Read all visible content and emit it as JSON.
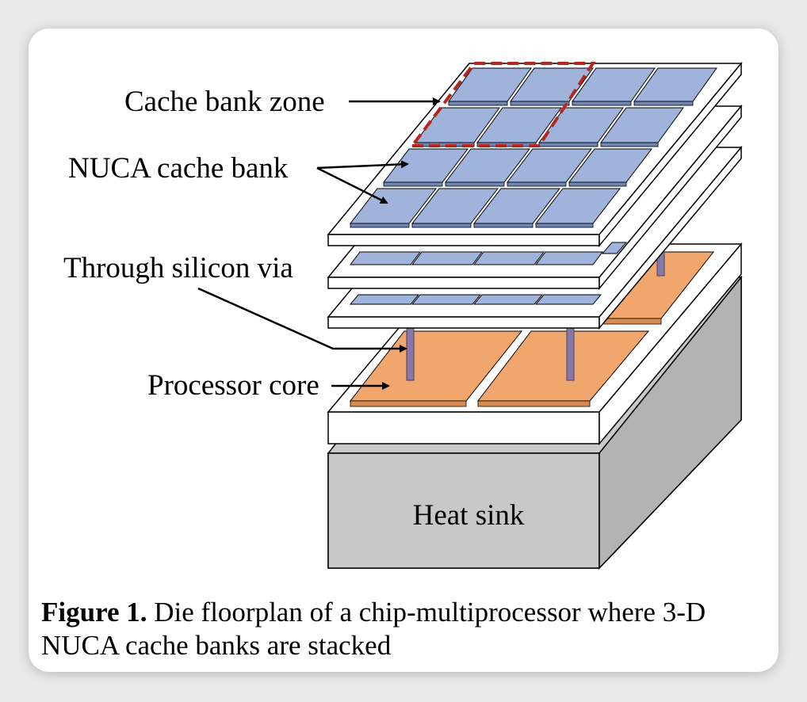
{
  "labels": {
    "cache_bank_zone": "Cache bank zone",
    "nuca_cache_bank": "NUCA cache bank",
    "through_silicon_via": "Through silicon via",
    "processor_core": "Processor core",
    "heat_sink": "Heat sink"
  },
  "caption": {
    "prefix": "Figure 1.",
    "text": " Die floorplan of a chip-multiprocessor where 3-D NUCA cache banks are stacked"
  },
  "colors": {
    "cache_bank": "#9fb3db",
    "processor_core": "#f0a66c",
    "heat_sink": "#c8c8c8",
    "zone_outline": "#b5271d",
    "via": "#8878a8"
  }
}
